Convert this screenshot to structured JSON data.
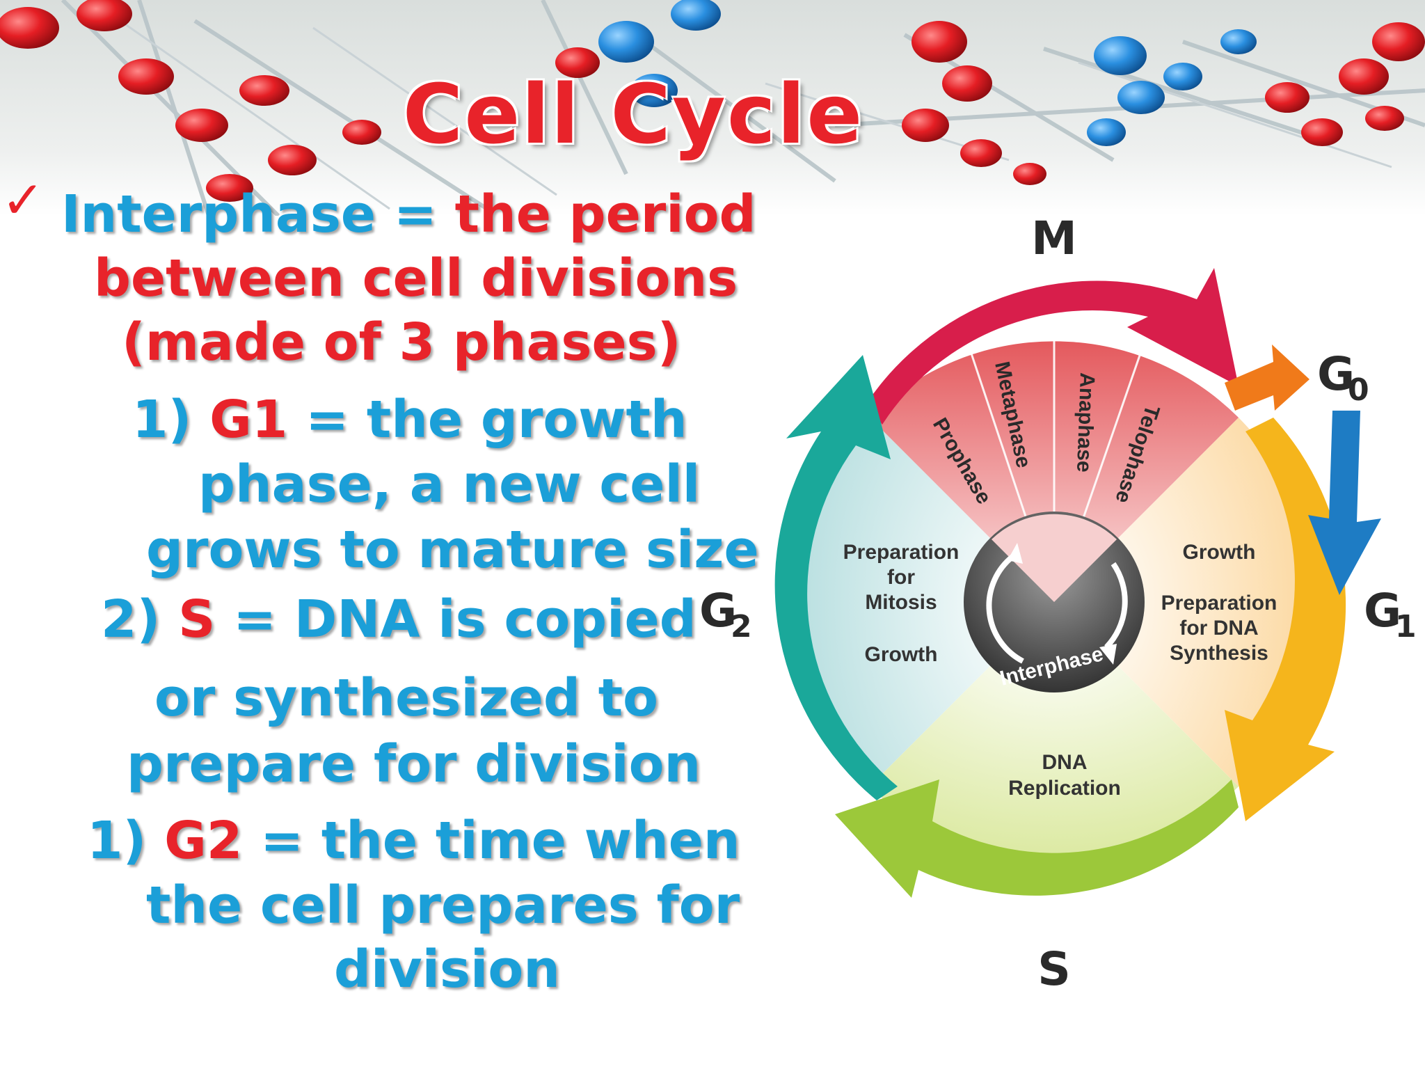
{
  "slide": {
    "title": "Cell Cycle",
    "bullet": {
      "term": "Interphase",
      "equals": "=",
      "definition_part1": "the period",
      "definition_part2": "between cell divisions",
      "definition_part3": "(made of 3 phases)"
    },
    "items": [
      {
        "num": "1)",
        "term": "G1",
        "rest1": "= the growth",
        "rest2": "phase, a new cell",
        "rest3": "grows to mature size"
      },
      {
        "num": "2)",
        "term": "S",
        "rest1": "= DNA is copied",
        "rest2": "or synthesized to",
        "rest3": "prepare for division"
      },
      {
        "num": "1)",
        "term": "G2",
        "rest1": "= the time when",
        "rest2": "the cell prepares for",
        "rest3": "division"
      }
    ]
  },
  "diagram": {
    "labels": {
      "M": "M",
      "G0_main": "G",
      "G0_sub": "0",
      "G1_main": "G",
      "G1_sub": "1",
      "G2_main": "G",
      "G2_sub": "2",
      "S": "S"
    },
    "mitosis_phases": [
      "Prophase",
      "Metaphase",
      "Anaphase",
      "Telophase"
    ],
    "g2_text": [
      "Preparation",
      "for",
      "Mitosis",
      "Growth"
    ],
    "g1_text": [
      "Growth",
      "Preparation",
      "for DNA",
      "Synthesis"
    ],
    "s_text": [
      "DNA",
      "Replication"
    ],
    "center_label": "Interphase",
    "colors": {
      "M": "#d81e4b",
      "G0": "#f07a1a",
      "G1": "#f5b51c",
      "S": "#9cc83a",
      "G2": "#1aa89a",
      "G0_arrow": "#1e7cc4"
    }
  }
}
